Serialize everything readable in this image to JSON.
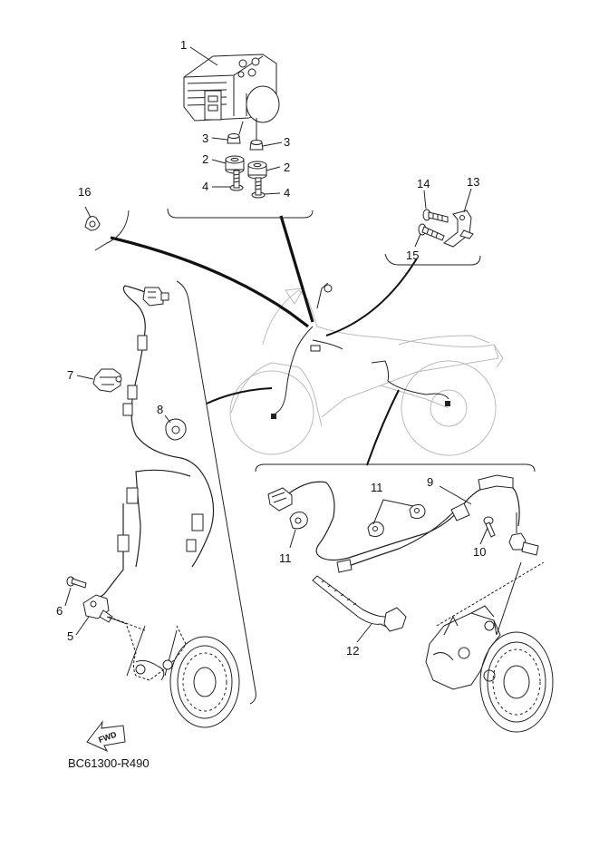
{
  "callouts": {
    "c1": "1",
    "c2a": "2",
    "c2b": "2",
    "c3a": "3",
    "c3b": "3",
    "c4a": "4",
    "c4b": "4",
    "c5": "5",
    "c6": "6",
    "c7": "7",
    "c8": "8",
    "c9": "9",
    "c10": "10",
    "c11a": "11",
    "c11b": "11",
    "c12": "12",
    "c13": "13",
    "c14": "14",
    "c15": "15",
    "c16": "16"
  },
  "fwd_label": "FWD",
  "diagram_code": "BC61300-R490"
}
